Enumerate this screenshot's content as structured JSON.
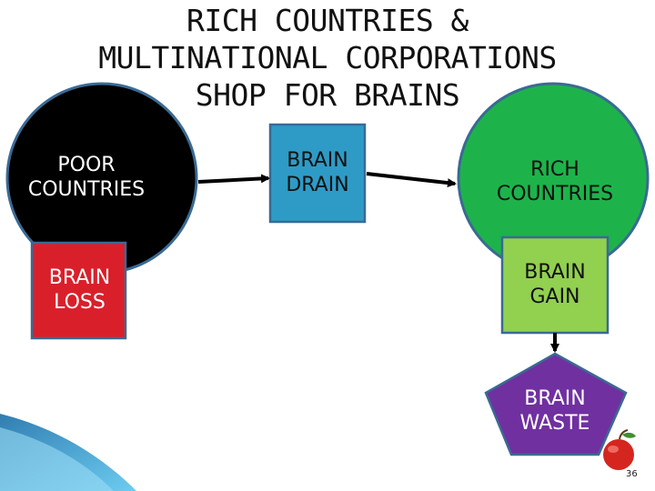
{
  "title": {
    "line1": "RICH COUNTRIES &",
    "line2": "MULTINATIONAL CORPORATIONS",
    "line3": "SHOP FOR BRAINS"
  },
  "nodes": {
    "poor_countries": "POOR COUNTRIES",
    "brain_drain": "BRAIN DRAIN",
    "rich_countries": "RICH COUNTRIES",
    "brain_loss": "BRAIN LOSS",
    "brain_gain": "BRAIN GAIN",
    "brain_waste": "BRAIN WASTE"
  },
  "colors": {
    "poor_circle": "#000000",
    "circle_border": "#3a6a94",
    "brain_drain_box": "#2e9bc6",
    "rich_circle": "#1db34a",
    "brain_loss_box": "#d9202a",
    "brain_gain_box": "#92d050",
    "brain_waste_pentagon": "#7030a0"
  },
  "slide_number": "36"
}
